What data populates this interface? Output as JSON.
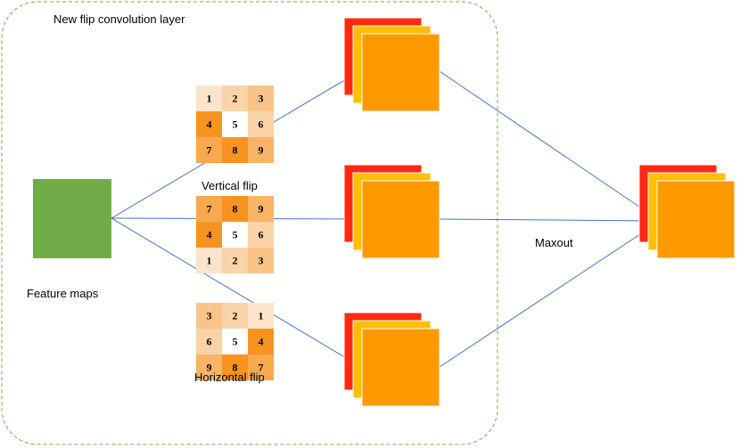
{
  "labels": {
    "layer_title": "New flip convolution layer",
    "feature_maps": "Feature maps",
    "vertical_flip": "Vertical flip",
    "horizontal_flip": "Horizontal flip",
    "maxout": "Maxout"
  },
  "kernels": {
    "original": {
      "values": [
        [
          1,
          2,
          3
        ],
        [
          4,
          5,
          6
        ],
        [
          7,
          8,
          9
        ]
      ],
      "shades": [
        [
          "#fce4cc",
          "#fad3a8",
          "#f9c488"
        ],
        [
          "#f7931e",
          "#ffffff",
          "#fad3a8"
        ],
        [
          "#f8a94d",
          "#f7931e",
          "#f9b466"
        ]
      ]
    },
    "vertical": {
      "values": [
        [
          7,
          8,
          9
        ],
        [
          4,
          5,
          6
        ],
        [
          1,
          2,
          3
        ]
      ],
      "shades": [
        [
          "#f8a94d",
          "#f7931e",
          "#f9b466"
        ],
        [
          "#f7931e",
          "#ffffff",
          "#fad3a8"
        ],
        [
          "#fce4cc",
          "#fad3a8",
          "#f9c488"
        ]
      ]
    },
    "horizontal": {
      "values": [
        [
          3,
          2,
          1
        ],
        [
          6,
          5,
          4
        ],
        [
          9,
          8,
          7
        ]
      ],
      "shades": [
        [
          "#f9c488",
          "#fad3a8",
          "#fce4cc"
        ],
        [
          "#fad3a8",
          "#ffffff",
          "#f7931e"
        ],
        [
          "#f9b466",
          "#f7931e",
          "#f8a94d"
        ]
      ]
    }
  },
  "colors": {
    "feature_map": "#70ad47",
    "stack_back": "#ff2a10",
    "stack_middle": "#ffc000",
    "stack_front": "#ff9900",
    "arrow": "#4472c4",
    "dashed_border": "#70ad47"
  }
}
